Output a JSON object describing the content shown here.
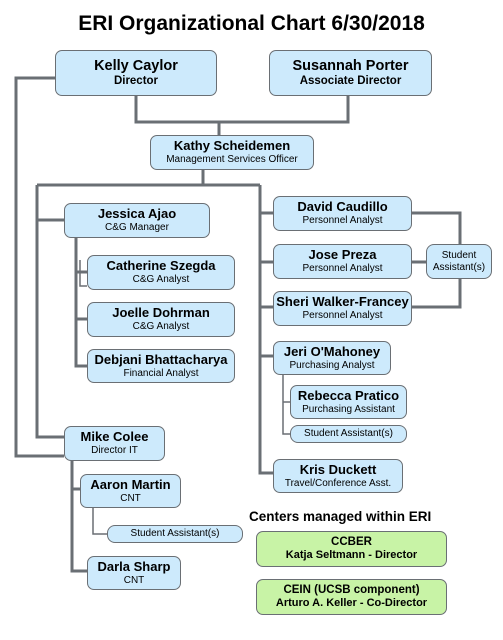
{
  "title": "ERI Organizational Chart 6/30/2018",
  "director": {
    "name": "Kelly Caylor",
    "role": "Director"
  },
  "associate_director": {
    "name": "Susannah Porter",
    "role": "Associate Director"
  },
  "mso": {
    "name": "Kathy Scheidemen",
    "role": "Management Services Officer"
  },
  "cg_manager": {
    "name": "Jessica Ajao",
    "role": "C&G Manager"
  },
  "cg_analyst_1": {
    "name": "Catherine Szegda",
    "role": "C&G Analyst"
  },
  "cg_analyst_2": {
    "name": "Joelle Dohrman",
    "role": "C&G Analyst"
  },
  "financial_analyst": {
    "name": "Debjani Bhattacharya",
    "role": "Financial Analyst"
  },
  "director_it": {
    "name": "Mike Colee",
    "role": "Director IT"
  },
  "cnt_1": {
    "name": "Aaron Martin",
    "role": "CNT"
  },
  "it_student": {
    "label": "Student Assistant(s)"
  },
  "cnt_2": {
    "name": "Darla Sharp",
    "role": "CNT"
  },
  "personnel_1": {
    "name": "David Caudillo",
    "role": "Personnel Analyst"
  },
  "personnel_2": {
    "name": "Jose Preza",
    "role": "Personnel Analyst"
  },
  "personnel_student": {
    "label": "Student Assistant(s)"
  },
  "personnel_3": {
    "name": "Sheri Walker-Francey",
    "role": "Personnel Analyst"
  },
  "purchasing_analyst": {
    "name": "Jeri O'Mahoney",
    "role": "Purchasing Analyst"
  },
  "purchasing_assistant": {
    "name": "Rebecca Pratico",
    "role": "Purchasing Assistant"
  },
  "purchasing_student": {
    "label": "Student Assistant(s)"
  },
  "travel": {
    "name": "Kris Duckett",
    "role": "Travel/Conference Asst."
  },
  "centers_heading": "Centers managed within ERI",
  "ccber": {
    "name": "CCBER",
    "lead": "Katja Seltmann - Director"
  },
  "cein": {
    "name": "CEIN (UCSB component)",
    "lead": "Arturo A. Keller - Co-Director"
  },
  "colors": {
    "box_fill": "#cdeafc",
    "center_fill": "#c8f3a6",
    "connector": "#6a6f74"
  }
}
